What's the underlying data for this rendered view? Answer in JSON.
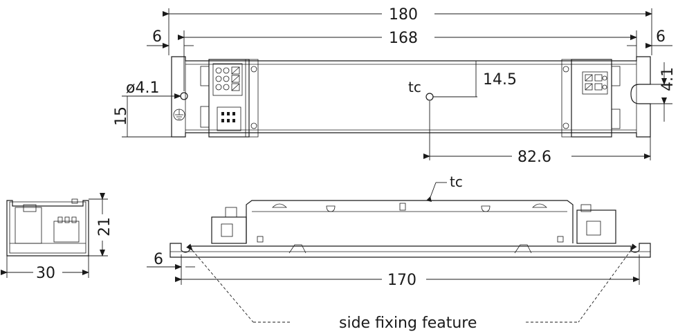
{
  "dimensions": {
    "overall_length": "180",
    "mount_spacing": "168",
    "mount_offset": "6",
    "hole_diameter": "ø4.1",
    "hole_height": "15",
    "tc_offset_y": "14.5",
    "tc_offset_x": "82.6",
    "slot_width": "4.1",
    "side_width": "30",
    "side_height": "21",
    "fixing_spacing": "170",
    "fixing_offset": "6"
  },
  "labels": {
    "tc_top": "tc",
    "tc_front": "tc",
    "side_fixing": "side fixing feature"
  },
  "icons": {
    "ground": "ground-symbol-icon"
  }
}
